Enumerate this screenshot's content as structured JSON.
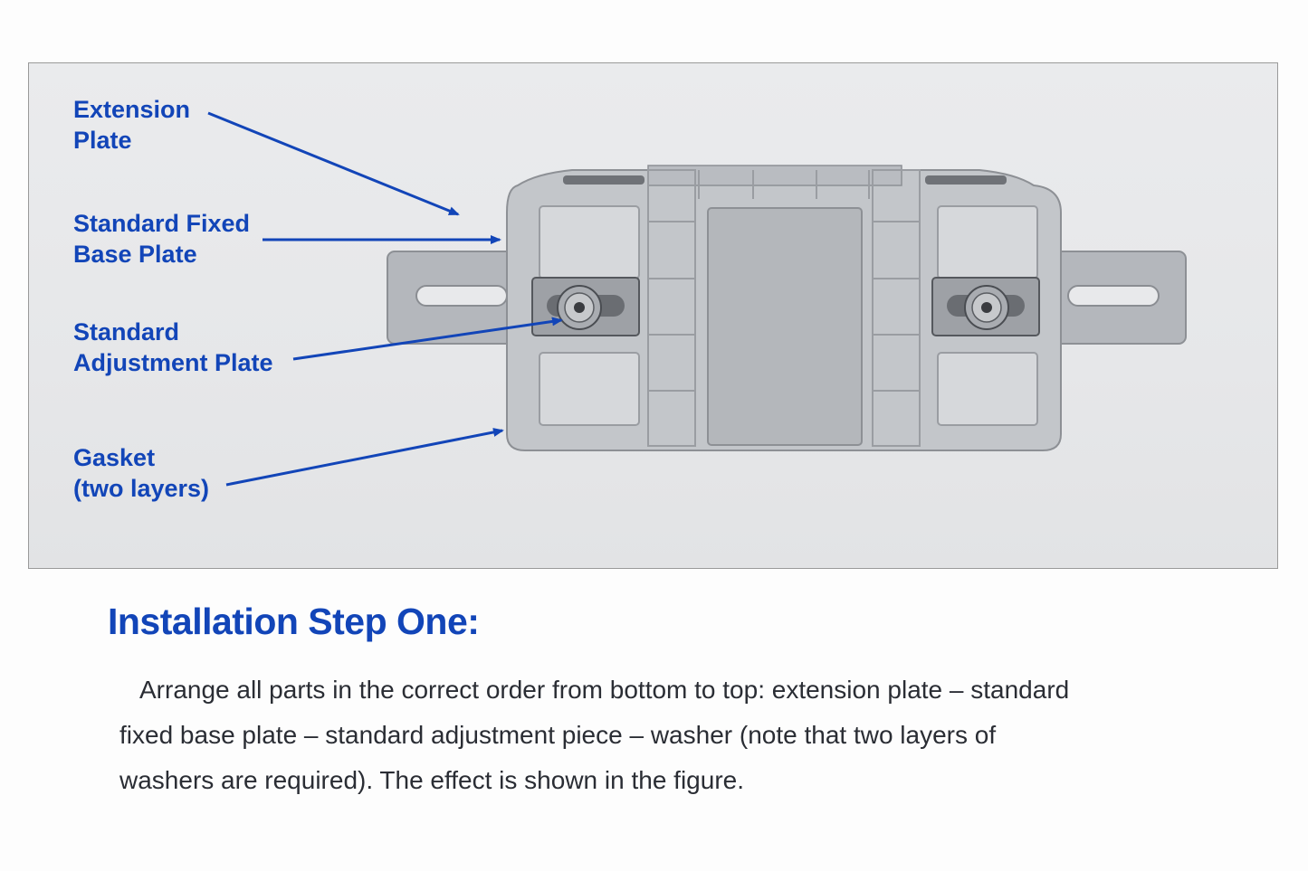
{
  "figure": {
    "labels": [
      {
        "id": "extension-plate",
        "text": "Extension\nPlate"
      },
      {
        "id": "standard-fixed-base-plate",
        "text": "Standard Fixed\nBase Plate"
      },
      {
        "id": "standard-adjustment-plate",
        "text": "Standard\nAdjustment Plate"
      },
      {
        "id": "gasket",
        "text": "Gasket\n(two layers)"
      }
    ],
    "accent_color": "#1245b8"
  },
  "instructions": {
    "heading": "Installation Step One:",
    "body": "Arrange all parts in the correct order from bottom to top: extension plate – standard fixed base plate – standard adjustment piece – washer (note that two layers of washers are required). The effect is shown in the figure."
  }
}
